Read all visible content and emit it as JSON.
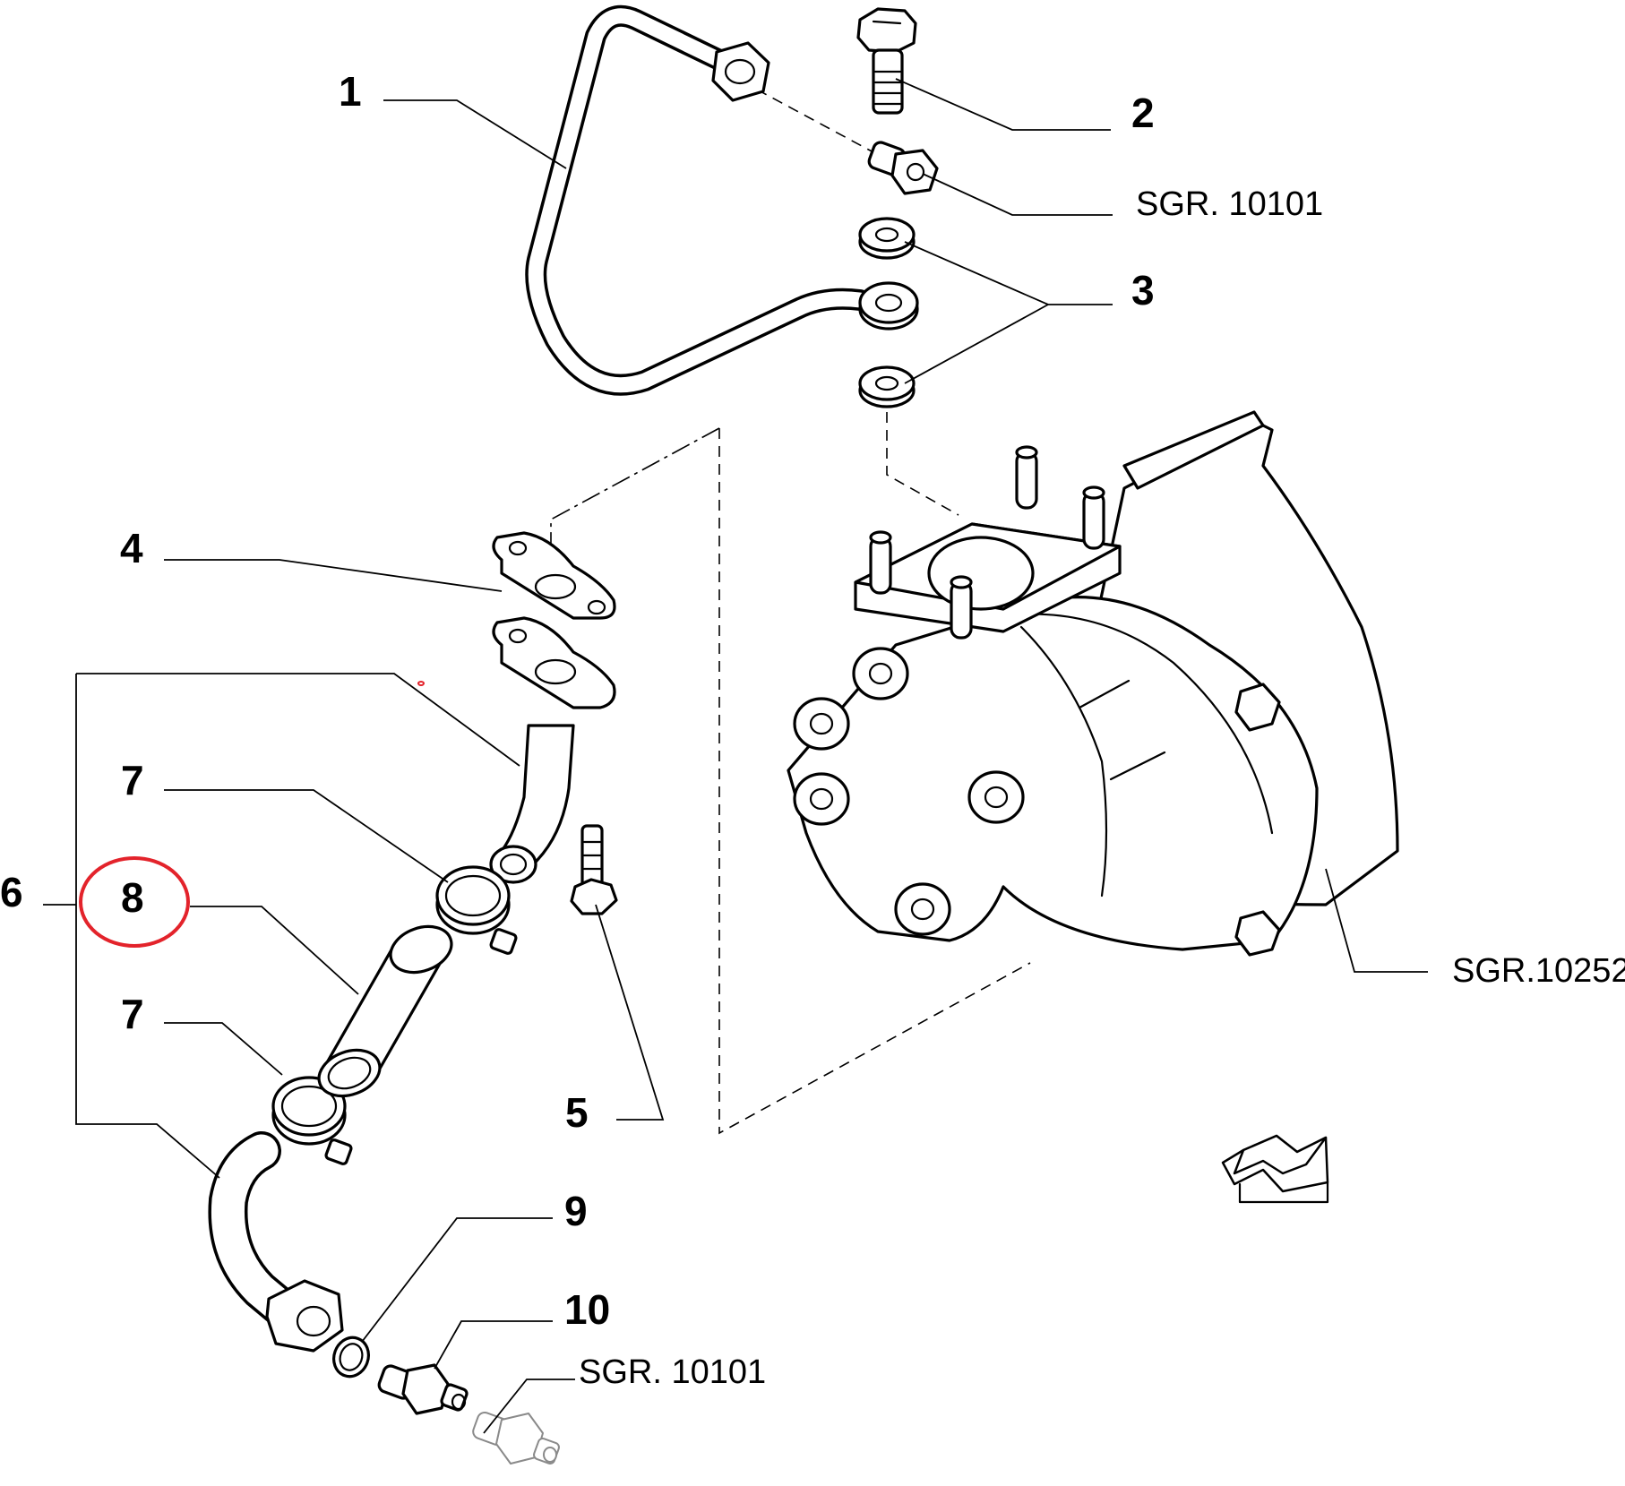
{
  "callouts": {
    "c1": "1",
    "c2": "2",
    "c3": "3",
    "c4": "4",
    "c5": "5",
    "c6": "6",
    "c7a": "7",
    "c7b": "7",
    "c8": "8",
    "c9": "9",
    "c10": "10"
  },
  "references": {
    "top_ref": "SGR. 10101",
    "turbo_ref": "SGR.10252",
    "bottom_ref": "SGR. 10101"
  },
  "highlight": {
    "target": "8",
    "color": "#e3232b"
  },
  "icons": {
    "direction_arrow": "direction-arrow-icon"
  }
}
